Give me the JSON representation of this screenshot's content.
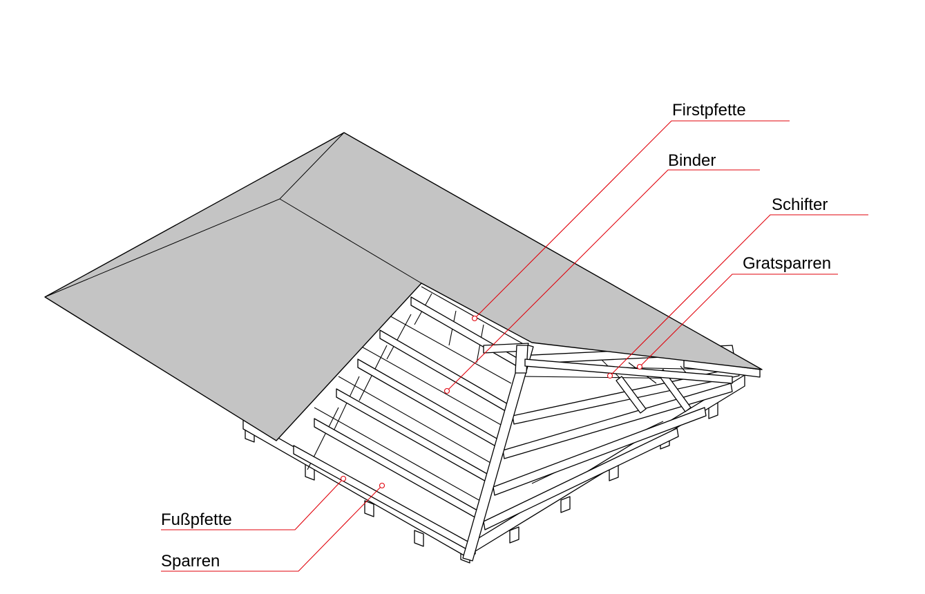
{
  "diagram": {
    "colors": {
      "roof_fill": "#c4c4c4",
      "line": "#000000",
      "leader": "#e0000a",
      "background": "#ffffff"
    },
    "labels": [
      {
        "id": "firstpfette",
        "text": "Firstpfette"
      },
      {
        "id": "binder",
        "text": "Binder"
      },
      {
        "id": "schifter",
        "text": "Schifter"
      },
      {
        "id": "gratsparren",
        "text": "Gratsparren"
      },
      {
        "id": "fusspfette",
        "text": "Fußpfette"
      },
      {
        "id": "sparren",
        "text": "Sparren"
      }
    ]
  }
}
